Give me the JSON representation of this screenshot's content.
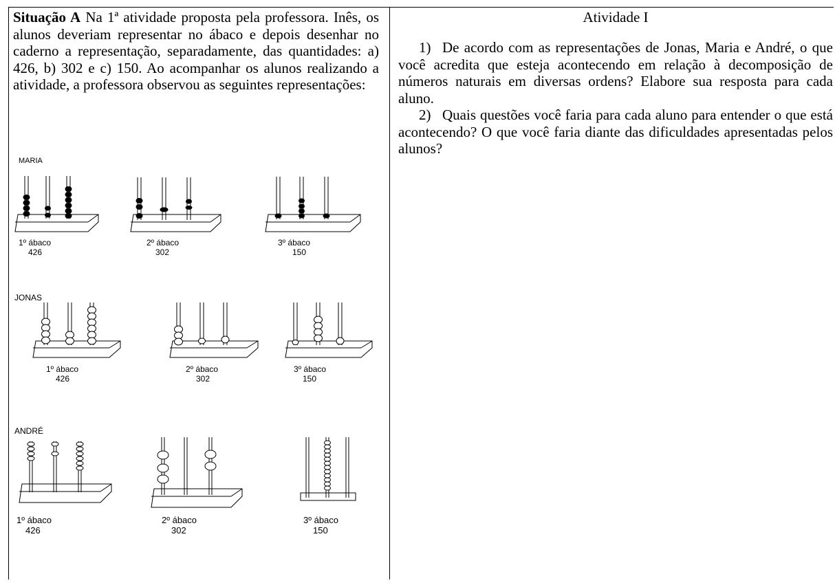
{
  "situacao": {
    "lead": "Situação A",
    "text": " Na 1ª atividade proposta pela professora. Inês, os alunos deveriam representar no ábaco e depois desenhar no caderno a representação, separadamente, das quantidades: a) 426, b) 302 e c) 150. Ao acompanhar os alunos realizando a atividade, a professora observou as seguintes representações:"
  },
  "groups": [
    {
      "student": "MARIA",
      "abacos": [
        {
          "label": "1º ábaco",
          "value": "426"
        },
        {
          "label": "2º ábaco",
          "value": "302"
        },
        {
          "label": "3º ábaco",
          "value": "150"
        }
      ]
    },
    {
      "student": "JONAS",
      "abacos": [
        {
          "label": "1º ábaco",
          "value": "426"
        },
        {
          "label": "2º ábaco",
          "value": "302"
        },
        {
          "label": "3º ábaco",
          "value": "150"
        }
      ]
    },
    {
      "student": "ANDRÉ",
      "abacos": [
        {
          "label": "1º ábaco",
          "value": "426"
        },
        {
          "label": "2º ábaco",
          "value": "302"
        },
        {
          "label": "3º ábaco",
          "value": "150"
        }
      ]
    }
  ],
  "atividade": {
    "title": "Atividade I",
    "items": [
      {
        "num": "1)",
        "text": "De acordo com as representações de Jonas, Maria e André, o que você acredita que esteja acontecendo em relação à decomposição de números naturais em diversas ordens? Elabore sua resposta para cada aluno."
      },
      {
        "num": "2)",
        "text": "Quais questões você faria para cada aluno para entender o que está acontecendo? O que você faria diante das dificuldades apresentadas pelos alunos?"
      }
    ]
  }
}
